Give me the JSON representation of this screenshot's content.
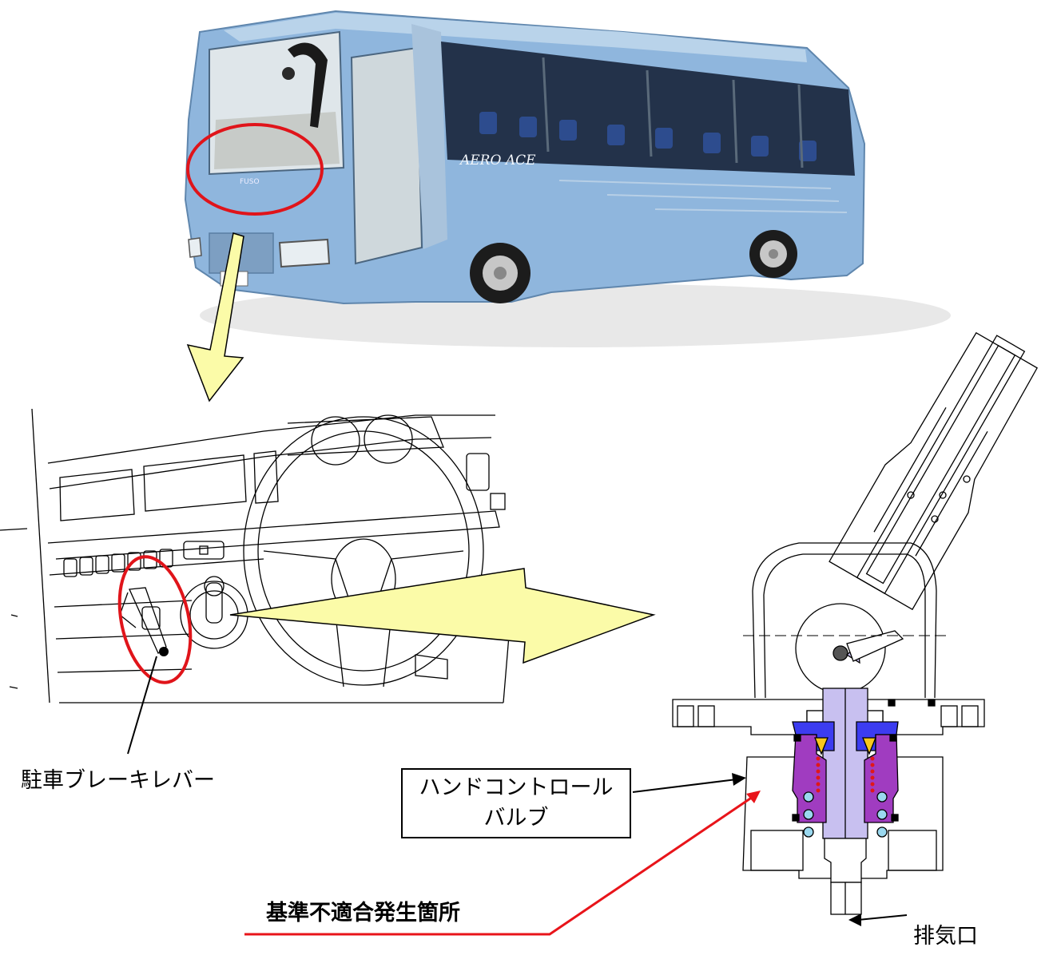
{
  "bus": {
    "logo": "AERO ACE",
    "front_badge": "FUSO"
  },
  "labels": {
    "parking_brake_lever": "駐車ブレーキレバー",
    "hand_control_valve_line1": "ハンドコントロール",
    "hand_control_valve_line2": "バルブ",
    "defect_location": "基準不適合発生箇所",
    "exhaust_port": "排気口"
  },
  "colors": {
    "bus_body": "#8fb6dd",
    "highlight_circle": "#e0141a",
    "callout_arrow": "#fbfba8",
    "defect_line": "#e8141a",
    "valve_blue": "#3c3cf0",
    "valve_purple": "#a03cc0",
    "valve_yellow": "#f8c81c",
    "valve_lavender": "#c8c0f0",
    "valve_spring_red": "#e01818",
    "valve_ball_cyan": "#9ad8ef"
  }
}
